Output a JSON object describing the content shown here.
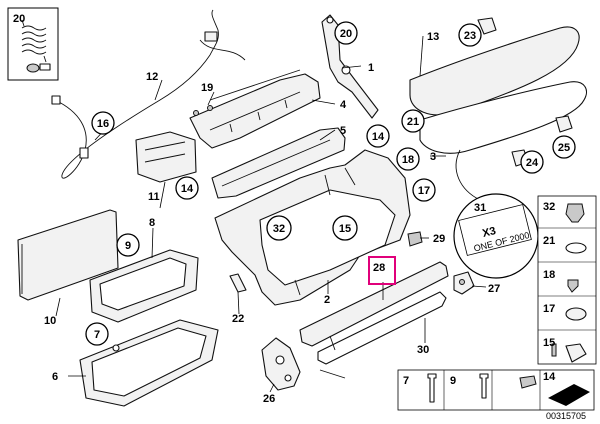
{
  "diagram": {
    "highlight_color": "#e0007a",
    "highlighted_part": "28",
    "catalog_number": "00315705",
    "badge_text": {
      "line1": "X3",
      "line2": "ONE OF 2000"
    },
    "callouts": {
      "p1": "1",
      "p2": "2",
      "p3": "3",
      "p4": "4",
      "p5": "5",
      "p6": "6",
      "p7": "7",
      "p8": "8",
      "p9": "9",
      "p10": "10",
      "p11": "11",
      "p12": "12",
      "p13": "13",
      "p14": "14",
      "p15": "15",
      "p16": "16",
      "p17": "17",
      "p18": "18",
      "p19": "19",
      "p20": "20",
      "p21": "21",
      "p22": "22",
      "p23": "23",
      "p24": "24",
      "p25": "25",
      "p26": "26",
      "p27": "27",
      "p28": "28",
      "p29": "29",
      "p30": "30",
      "p31": "31",
      "p32": "32"
    },
    "side_table": {
      "r32": "32",
      "r21": "21",
      "r18": "18",
      "r17": "17",
      "r15": "15",
      "r14": "14",
      "b7": "7",
      "b9": "9"
    }
  }
}
